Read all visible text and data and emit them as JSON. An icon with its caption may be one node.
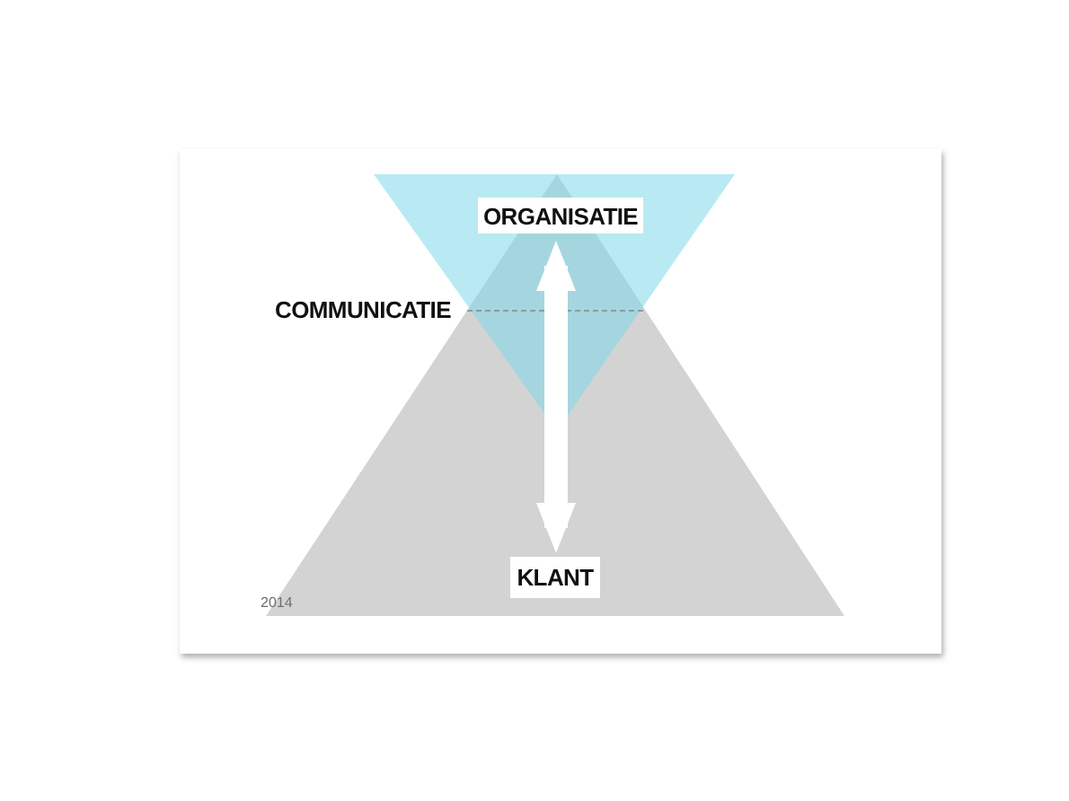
{
  "diagram": {
    "nodes": [
      {
        "text": [
          "ORGANISATIE"
        ]
      },
      {
        "text": [
          "KLANT"
        ]
      }
    ],
    "edges": [
      {
        "from": 0,
        "to": 1,
        "arrow": "both"
      }
    ],
    "labels": [
      "COMMUNICATIE",
      "2014"
    ]
  }
}
